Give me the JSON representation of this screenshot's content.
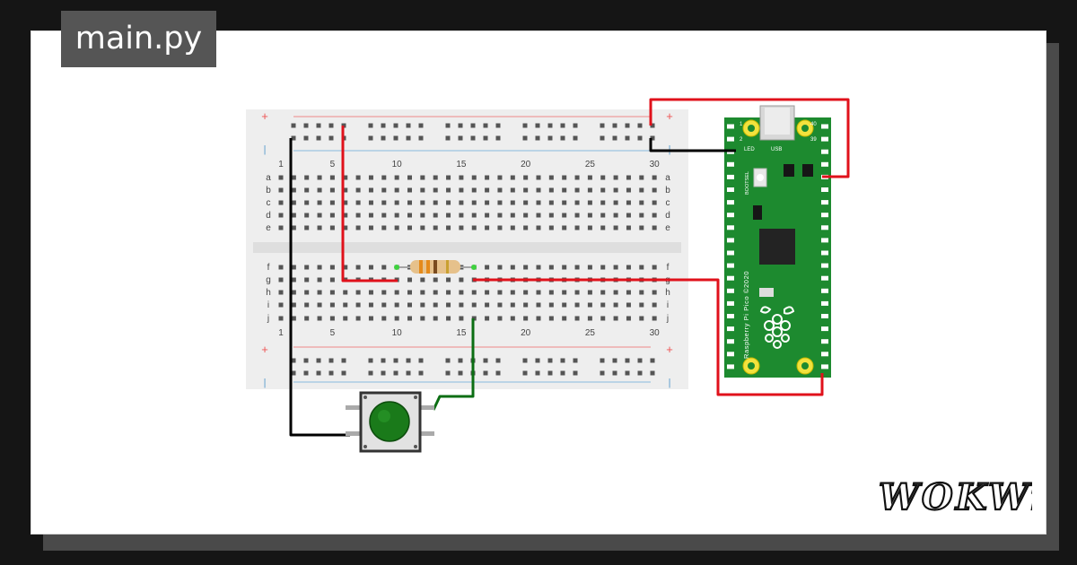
{
  "file_tab": {
    "label": "main.py"
  },
  "breadboard": {
    "column_numbers": [
      "1",
      "5",
      "10",
      "15",
      "20",
      "25",
      "30"
    ],
    "top_rows": [
      "a",
      "b",
      "c",
      "d",
      "e"
    ],
    "bottom_rows": [
      "f",
      "g",
      "h",
      "i",
      "j"
    ],
    "rail_plus": "+",
    "rail_minus": "|"
  },
  "pico": {
    "board_text": "Raspberry Pi Pico ©2020",
    "usb_label": "USB",
    "led_label": "LED",
    "bootsel_label": "BOOTSEL",
    "pin_1": "1",
    "pin_2": "2",
    "pin_39": "39",
    "pin_40": "40"
  },
  "brand": {
    "logo_text": "WOKWi"
  },
  "colors": {
    "background": "#151515",
    "card": "#ffffff",
    "breadboard": "#eeeeee",
    "pico_green": "#1d8a2f",
    "wire_red": "#e0111b",
    "wire_black": "#000000",
    "wire_green": "#0b6e13",
    "button_green": "#1a7a1a"
  },
  "icons": [
    "raspberry-logo-icon"
  ]
}
